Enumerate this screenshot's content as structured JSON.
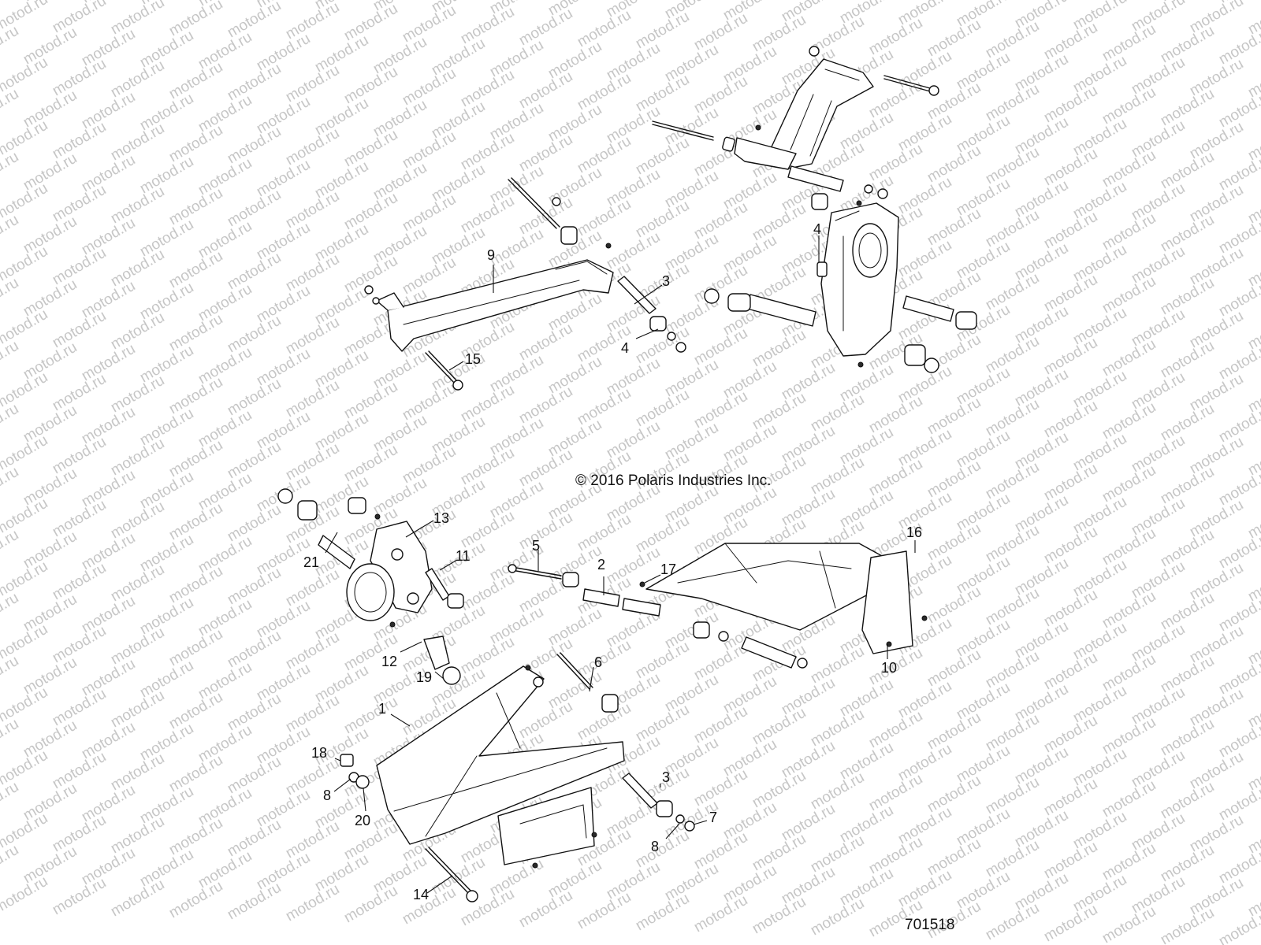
{
  "watermark": "motod.ru",
  "copyright": "© 2016 Polaris Industries Inc.",
  "figure_number": "701518",
  "callouts": [
    "9",
    "3",
    "4",
    "15",
    "4",
    "13",
    "21",
    "11",
    "12",
    "19",
    "5",
    "2",
    "17",
    "16",
    "10",
    "6",
    "1",
    "18",
    "8",
    "20",
    "3",
    "7",
    "8",
    "14"
  ]
}
